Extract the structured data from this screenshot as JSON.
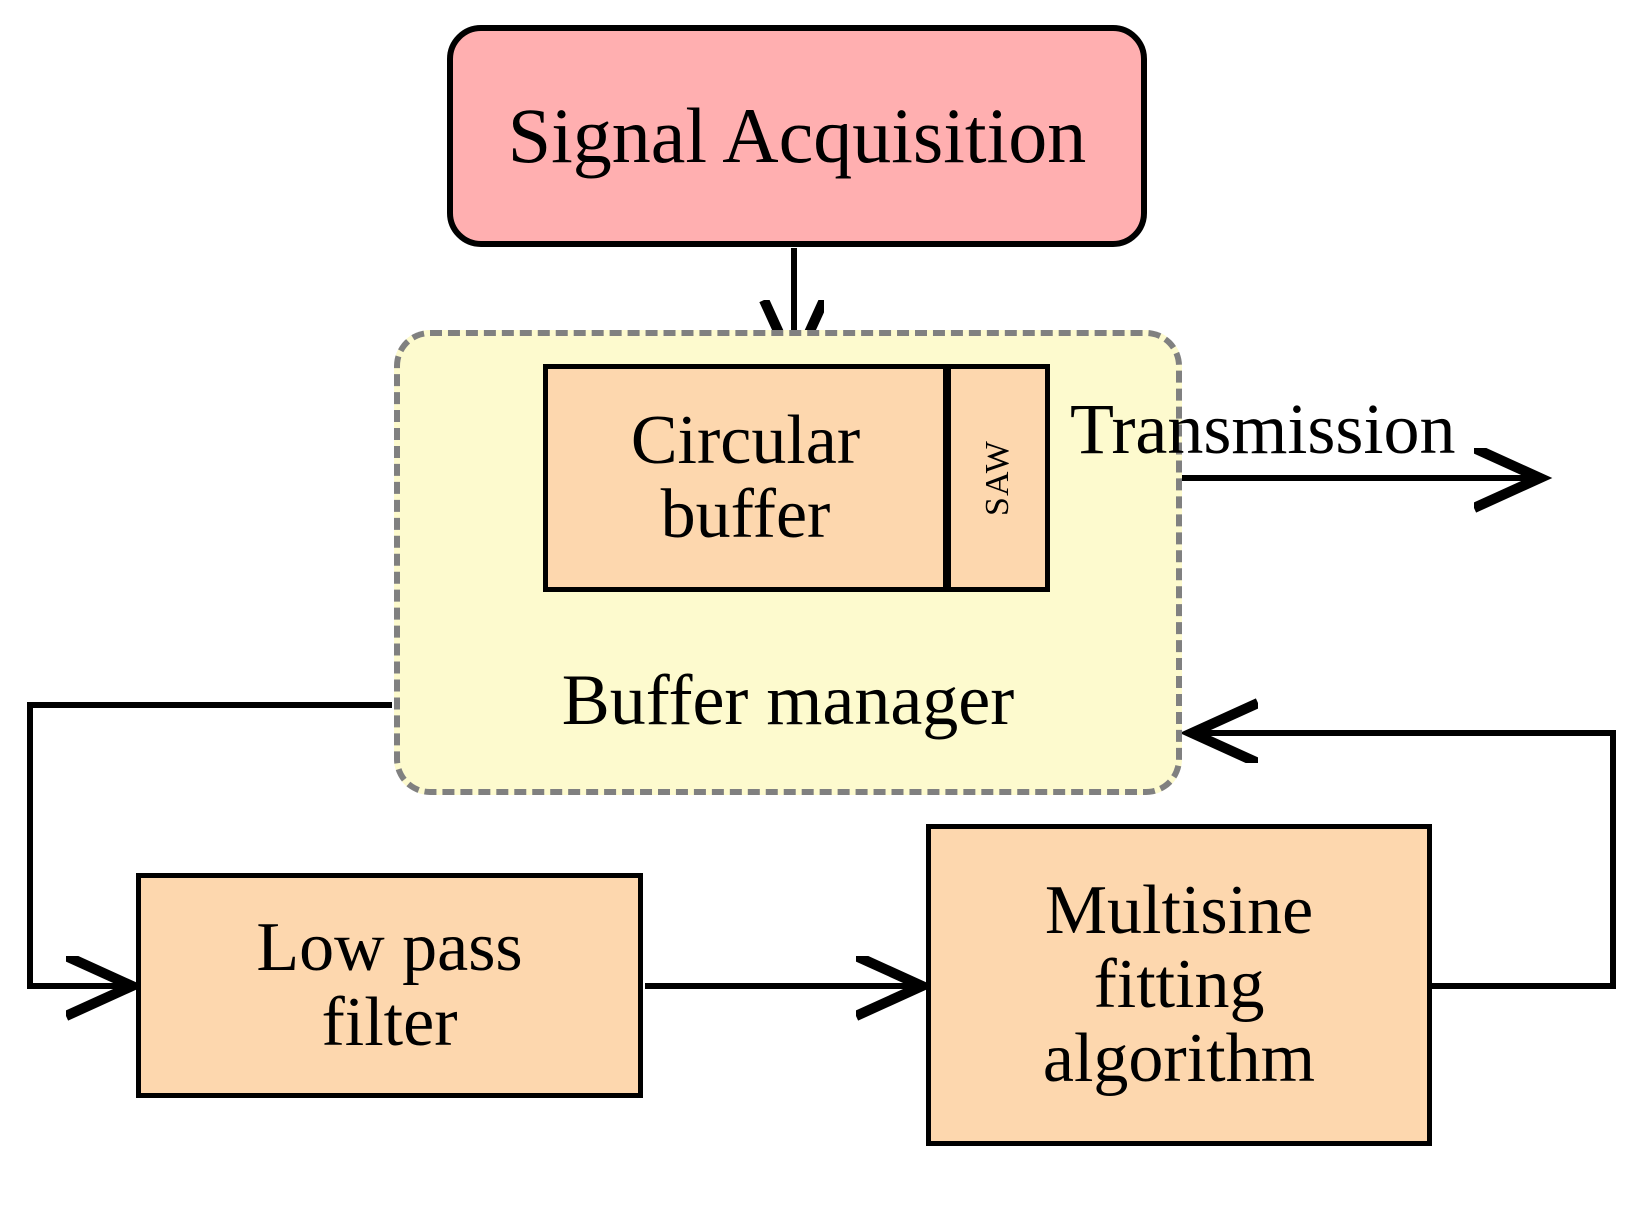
{
  "diagram": {
    "title": "Signal acquisition and buffering block diagram",
    "colors": {
      "pink": "#FFAFB0",
      "yellow": "#FDFACE",
      "orange": "#FDD7AE",
      "dashed_border": "#808080",
      "line": "#000000",
      "background": "#FFFFFF"
    },
    "nodes": {
      "signal_acquisition": {
        "label": "Signal Acquisition"
      },
      "buffer_manager": {
        "label": "Buffer manager"
      },
      "circular_buffer": {
        "line1": "Circular",
        "line2": "buffer"
      },
      "saw": {
        "label": "SAW"
      },
      "low_pass_filter": {
        "line1": "Low pass",
        "line2": "filter"
      },
      "multisine_fitting": {
        "line1": "Multisine",
        "line2": "fitting",
        "line3": "algorithm"
      }
    },
    "edges": {
      "transmission": {
        "label": "Transmission"
      }
    }
  }
}
